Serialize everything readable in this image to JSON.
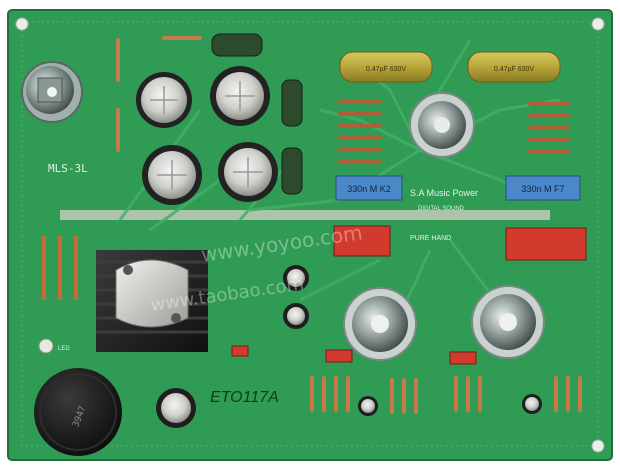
{
  "board": {
    "model_label": "MLS-3L",
    "brand_text": "S.A Music Power",
    "silk_text_1": "PURE HAND",
    "silk_text_2": "DIGITAL SOUND",
    "handwritten_text": "ETO117A",
    "knob_label": "3947",
    "led_label": "LED"
  },
  "capacitors": {
    "yellow_left_text": "0.47µF 630V",
    "yellow_right_text": "0.47µF 630V",
    "blue_left_text": "330n M K2",
    "blue_right_text": "330n M F7"
  },
  "watermark": {
    "line_1": "www.yoyoo.com",
    "line_2": "www.taobao.com"
  },
  "colors": {
    "pcb": "#2f9b54",
    "pcb_dark": "#21783f",
    "trace": "#3aa35f",
    "pad": "#d6d6cf",
    "background": "#ffffff"
  }
}
